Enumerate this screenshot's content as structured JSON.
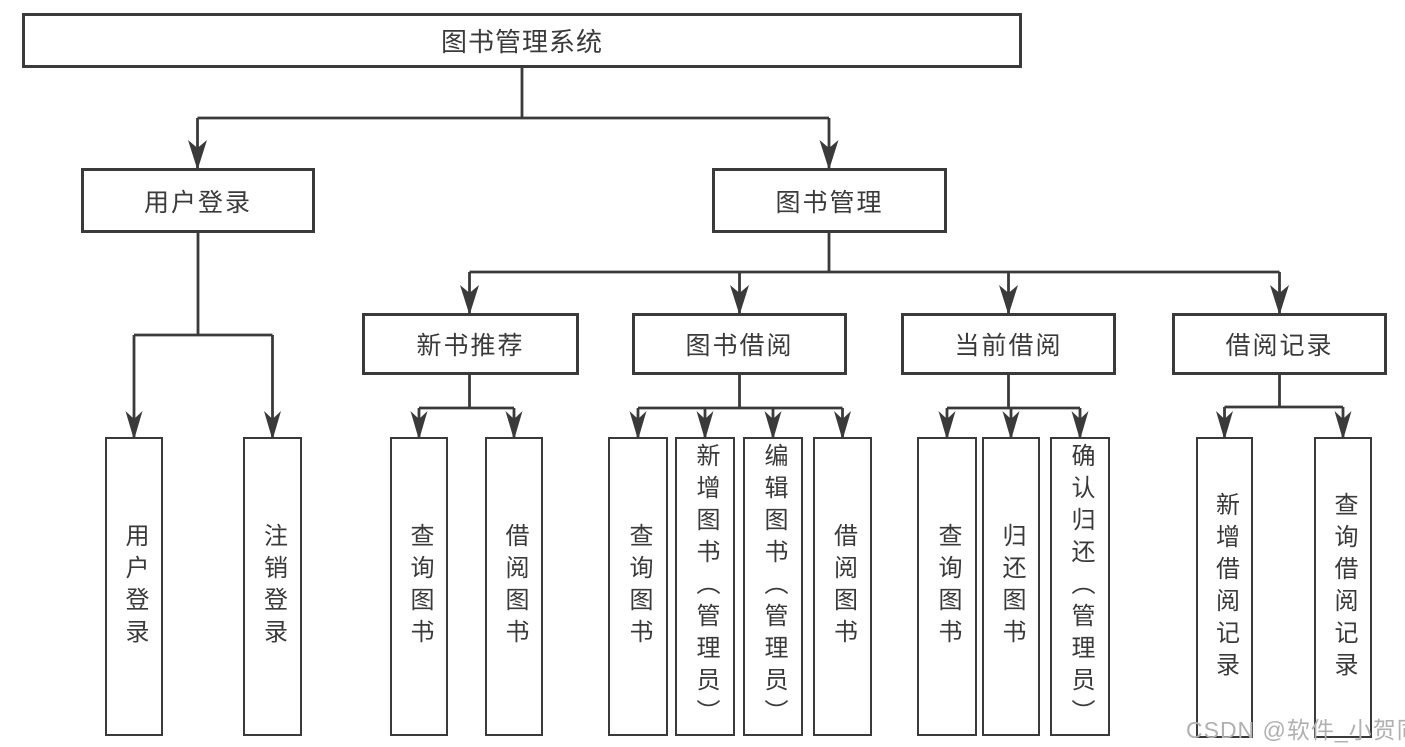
{
  "tree": {
    "root": {
      "label": "图书管理系统",
      "children": [
        {
          "label": "用户登录",
          "children": [
            {
              "label": "用户登录"
            },
            {
              "label": "注销登录"
            }
          ]
        },
        {
          "label": "图书管理",
          "children": [
            {
              "label": "新书推荐",
              "children": [
                {
                  "label": "查询图书"
                },
                {
                  "label": "借阅图书"
                }
              ]
            },
            {
              "label": "图书借阅",
              "children": [
                {
                  "label": "查询图书"
                },
                {
                  "label": "新增图书（管理员）"
                },
                {
                  "label": "编辑图书（管理员）"
                },
                {
                  "label": "借阅图书"
                }
              ]
            },
            {
              "label": "当前借阅",
              "children": [
                {
                  "label": "查询图书"
                },
                {
                  "label": "归还图书"
                },
                {
                  "label": "确认归还（管理员）"
                }
              ]
            },
            {
              "label": "借阅记录",
              "children": [
                {
                  "label": "新增借阅记录"
                },
                {
                  "label": "查询借阅记录"
                }
              ]
            }
          ]
        }
      ]
    }
  },
  "watermark": {
    "text": "CSDN @软件_小贺同学"
  },
  "colors": {
    "line": "#3a3a3a",
    "text": "#3a3a3a",
    "watermark_text": "#b0b0b0",
    "background": "#ffffff"
  }
}
